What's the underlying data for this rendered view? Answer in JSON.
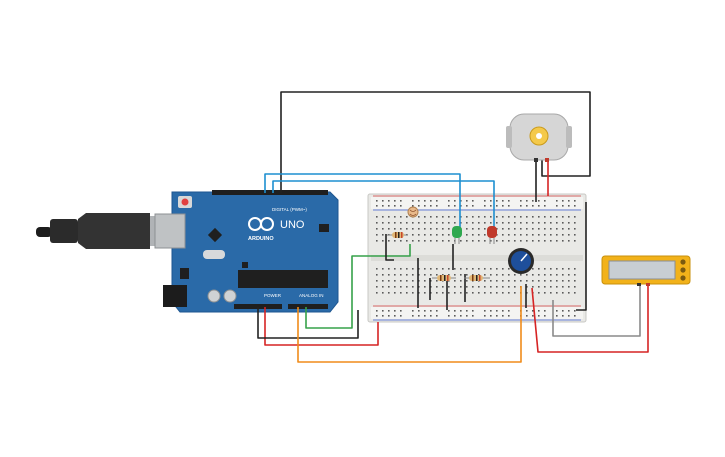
{
  "canvas": {
    "background": "#ffffff"
  },
  "arduino": {
    "brand": "ARDUINO",
    "model": "UNO",
    "digital_label": "DIGITAL (PWM~)",
    "power_label": "POWER",
    "analog_label": "ANALOG IN",
    "board_color": "#2a6aa8",
    "header_color": "#1f1f1f",
    "usb_color": "#b0b3b6"
  },
  "breadboard": {
    "body_color": "#e9e9e6",
    "hole_color": "#5a5a5a"
  },
  "components": {
    "led_green": {
      "color": "#2fa84f"
    },
    "led_red": {
      "color": "#c0392b"
    },
    "potentiometer": {
      "knob_color": "#1e4f9b"
    },
    "dc_motor": {
      "shaft_color": "#f4c94a"
    },
    "display": {
      "bezel_color": "#f2b21a",
      "screen_color": "#c8ced3"
    }
  },
  "wire_colors": {
    "black": "#222222",
    "red": "#d62424",
    "green": "#36a24a",
    "blue": "#1d8fd0",
    "orange": "#f08c1a",
    "gray": "#8a8a8a"
  }
}
